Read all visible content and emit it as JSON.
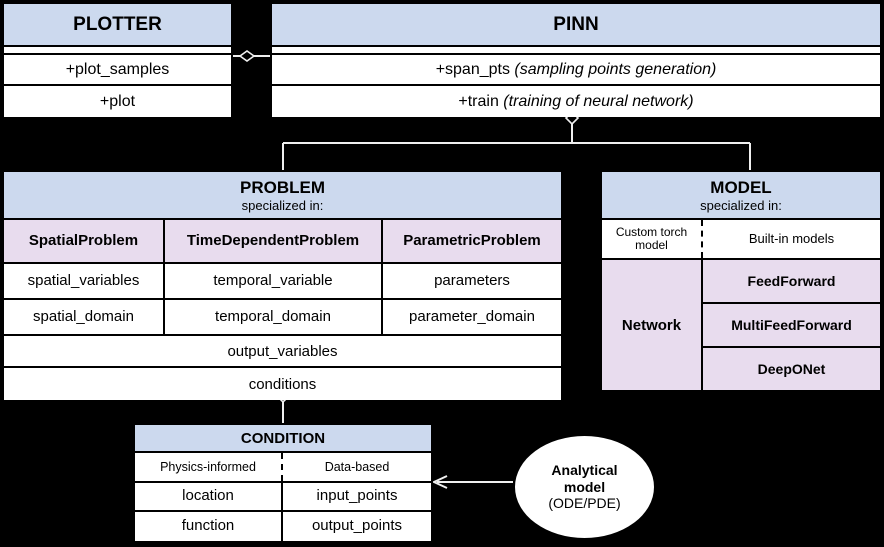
{
  "diagram": {
    "title": "PINA library UML class diagram",
    "background": "#000000",
    "header_color": "#ccd9ee",
    "accent_color": "#e8dcee",
    "box_color": "#ffffff",
    "line_color": "#f0f0f0"
  },
  "plotter": {
    "title": "PLOTTER",
    "methods": [
      {
        "name": "+plot_samples",
        "note": ""
      },
      {
        "name": "+plot",
        "note": ""
      }
    ]
  },
  "pinn": {
    "title": "PINN",
    "methods": [
      {
        "name": "+span_pts",
        "note": "(sampling points generation)"
      },
      {
        "name": "+train",
        "note": "(training of neural network)"
      }
    ]
  },
  "problem": {
    "title": "PROBLEM",
    "subtitle": "specialized in:",
    "subclasses": [
      "SpatialProblem",
      "TimeDependentProblem",
      "ParametricProblem"
    ],
    "attribute_rows": [
      [
        "spatial_variables",
        "temporal_variable",
        "parameters"
      ],
      [
        "spatial_domain",
        "temporal_domain",
        "parameter_domain"
      ]
    ],
    "shared_attributes": [
      "output_variables",
      "conditions"
    ]
  },
  "model": {
    "title": "MODEL",
    "subtitle": "specialized in:",
    "kinds": [
      "Custom torch model",
      "Built-in models"
    ],
    "network_label": "Network",
    "builtin_models": [
      "FeedForward",
      "MultiFeedForward",
      "DeepONet"
    ]
  },
  "condition": {
    "title": "CONDITION",
    "kinds": [
      "Physics-informed",
      "Data-based"
    ],
    "attribute_rows": [
      [
        "location",
        "input_points"
      ],
      [
        "function",
        "output_points"
      ]
    ]
  },
  "analytical_model": {
    "line1": "Analytical",
    "line2": "model",
    "line3": "(ODE/PDE)"
  },
  "connectors": [
    {
      "name": "plotter-to-pinn",
      "type": "aggregation-diamond"
    },
    {
      "name": "pinn-to-problem-model",
      "type": "aggregation-diamond"
    },
    {
      "name": "problem-to-condition",
      "type": "aggregation-diamond"
    },
    {
      "name": "analytical-model-to-condition",
      "type": "arrow"
    }
  ]
}
